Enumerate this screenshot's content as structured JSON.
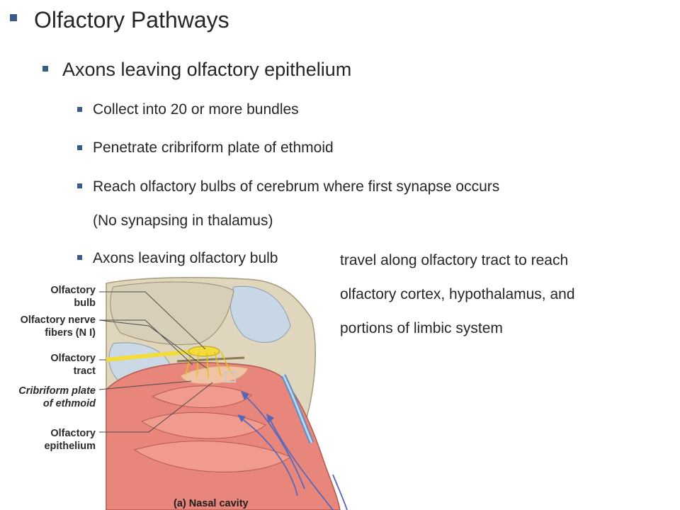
{
  "slide": {
    "title": "Olfactory Pathways",
    "sub_heading": "Axons leaving olfactory epithelium",
    "points": [
      "Collect into 20 or more bundles",
      "Penetrate cribriform plate of ethmoid",
      "Reach olfactory bulbs of cerebrum where first synapse occurs",
      "Axons leaving olfactory bulb"
    ],
    "point_3_continuation": "(No synapsing in thalamus)",
    "point_4_continuation": [
      "travel along olfactory tract to reach",
      "olfactory cortex, hypothalamus, and",
      "portions of limbic system"
    ]
  },
  "figure": {
    "labels": {
      "olfactory_bulb": [
        "Olfactory",
        "bulb"
      ],
      "olfactory_nerve_fibers": [
        "Olfactory nerve",
        "fibers (N I)"
      ],
      "olfactory_tract": [
        "Olfactory",
        "tract"
      ],
      "cribriform_plate": [
        "Cribriform plate",
        "of ethmoid"
      ],
      "olfactory_epithelium": [
        "Olfactory",
        "epithelium"
      ]
    },
    "caption": "(a) Nasal cavity"
  },
  "colors": {
    "bullet": "#3b5a8e",
    "text": "#262626",
    "nasal_tissue": "#e8867c",
    "bone": "#d9cfb4",
    "nerve": "#f2dc3a",
    "airflow": "#5a67b8"
  }
}
